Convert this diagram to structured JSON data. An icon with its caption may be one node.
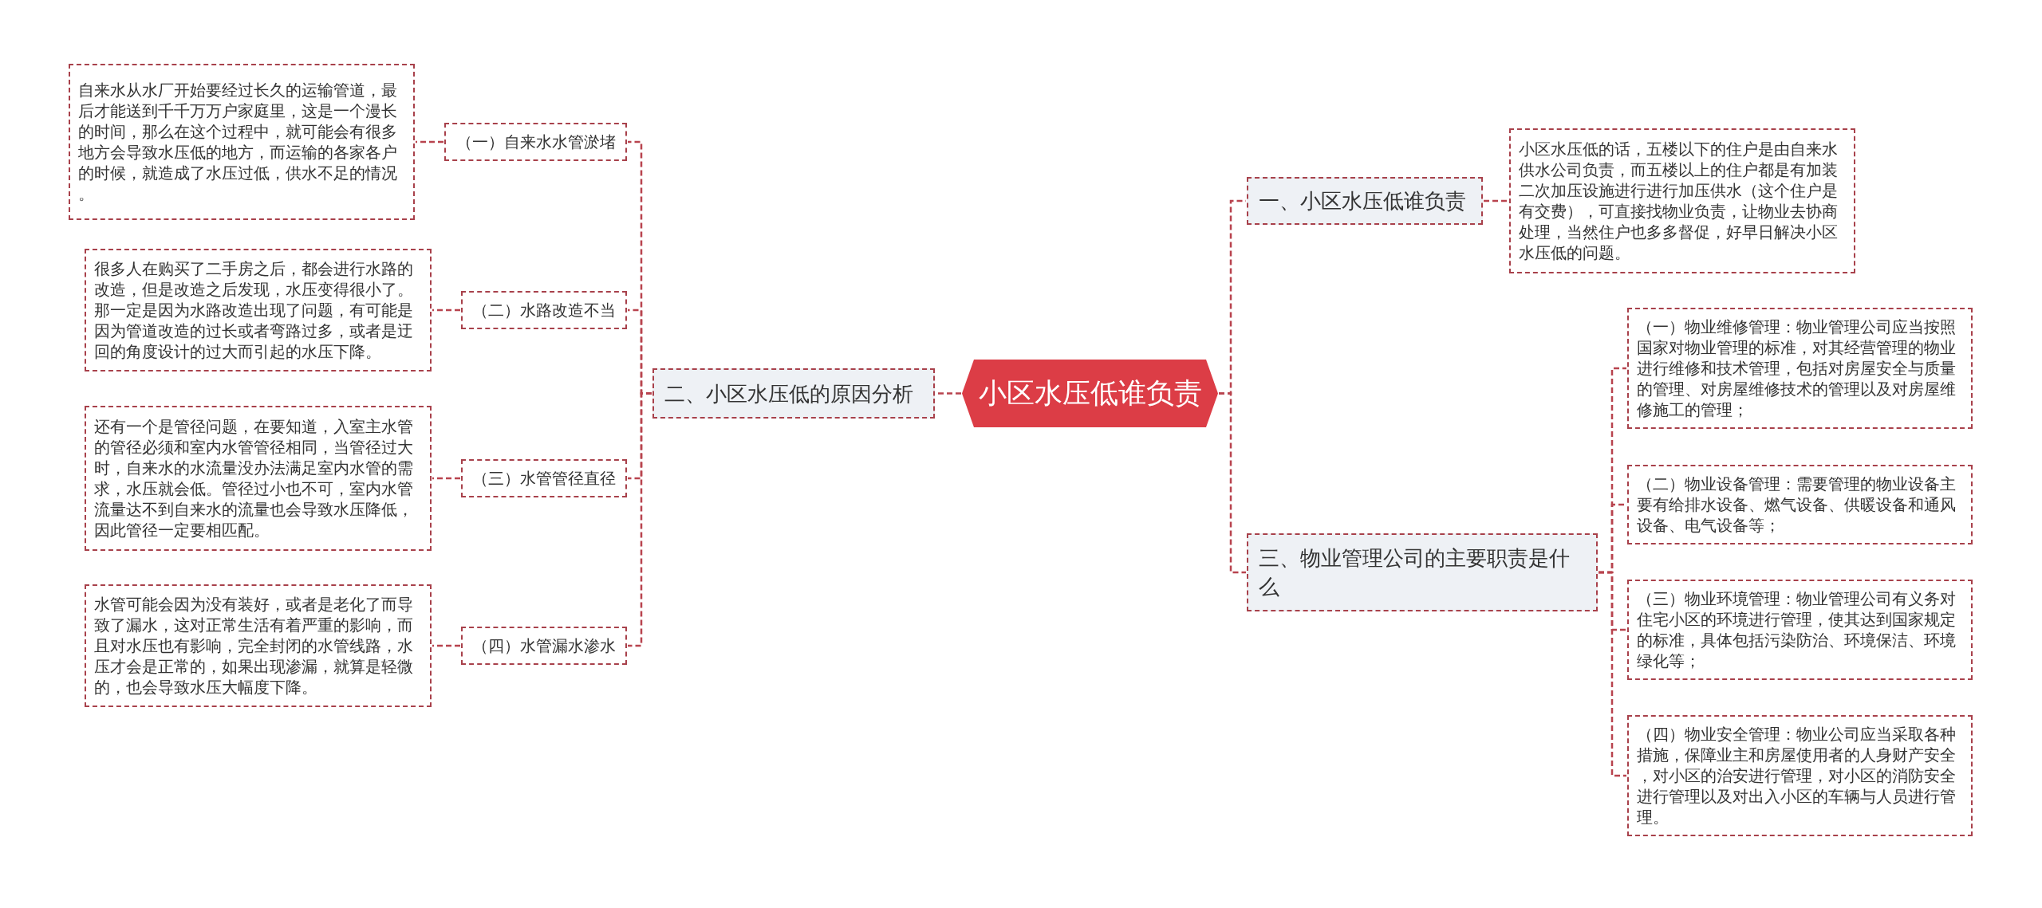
{
  "diagram": {
    "nodes": [
      {
        "text": [
          "小区水压低谁负责"
        ]
      },
      {
        "text": [
          "二、小区水压低的原因分析"
        ]
      },
      {
        "text": [
          "（一）自来水水管淤堵"
        ]
      },
      {
        "text": [
          "自来水从水厂开始要经过长久的运输管道，最后才能送到千千万万户家庭里，这是一个漫长的时间，那么在这个过程中，就可能会有很多地方会导致水压低的地方，而运输的各家各户的时候，就造成了水压过低，供水不足的情况。"
        ]
      },
      {
        "text": [
          "（二）水路改造不当"
        ]
      },
      {
        "text": [
          "很多人在购买了二手房之后，都会进行水路的改造，但是改造之后发现，水压变得很小了。那一定是因为水路改造出现了问题，有可能是因为管道改造的过长或者弯路过多，或者是迂回的角度设计的过大而引起的水压下降。"
        ]
      },
      {
        "text": [
          "（三）水管管径直径"
        ]
      },
      {
        "text": [
          "还有一个是管径问题，在要知道，入室主水管的管径必须和室内水管管径相同，当管径过大时，自来水的水流量没办法满足室内水管的需求，水压就会低。管径过小也不可，室内水管流量达不到自来水的流量也会导致水压降低，因此管径一定要相匹配。"
        ]
      },
      {
        "text": [
          "（四）水管漏水渗水"
        ]
      },
      {
        "text": [
          "水管可能会因为没有装好，或者是老化了而导致了漏水，这对正常生活有着严重的影响，而且对水压也有影响，完全封闭的水管线路，水压才会是正常的，如果出现渗漏，就算是轻微的，也会导致水压大幅度下降。"
        ]
      },
      {
        "text": [
          "一、小区水压低谁负责"
        ]
      },
      {
        "text": [
          "小区水压低的话，五楼以下的住户是由自来水供水公司负责，而五楼以上的住户都是有加装二次加压设施进行进行加压供水（这个住户是有交费），可直接找物业负责，让物业去协商处理，当然住户也多多督促，好早日解决小区水压低的问题。"
        ]
      },
      {
        "text": [
          "三、物业管理公司的主要职责是什么"
        ]
      },
      {
        "text": [
          "（一）物业维修管理：物业管理公司应当按照国家对物业管理的标准，对其经营管理的物业进行维修和技术管理，包括对房屋安全与质量的管理、对房屋维修技术的管理以及对房屋维修施工的管理；"
        ]
      },
      {
        "text": [
          "（二）物业设备管理：需要管理的物业设备主要有给排水设备、燃气设备、供暖设备和通风设备、电气设备等；"
        ]
      },
      {
        "text": [
          "（三）物业环境管理：物业管理公司有义务对住宅小区的环境进行管理，使其达到国家规定的标准，具体包括污染防治、环境保洁、环境绿化等；"
        ]
      },
      {
        "text": [
          "（四）物业安全管理：物业公司应当采取各种措施，保障业主和房屋使用者的人身财产安全，对小区的治安进行管理，对小区的消防安全进行管理以及对出入小区的车辆与人员进行管理。"
        ]
      }
    ],
    "edges": [
      {
        "from": 0,
        "to": 1,
        "arrow": "none"
      },
      {
        "from": 1,
        "to": 2,
        "arrow": "none"
      },
      {
        "from": 2,
        "to": 3,
        "arrow": "none"
      },
      {
        "from": 1,
        "to": 4,
        "arrow": "none"
      },
      {
        "from": 4,
        "to": 5,
        "arrow": "none"
      },
      {
        "from": 1,
        "to": 6,
        "arrow": "none"
      },
      {
        "from": 6,
        "to": 7,
        "arrow": "none"
      },
      {
        "from": 1,
        "to": 8,
        "arrow": "none"
      },
      {
        "from": 8,
        "to": 9,
        "arrow": "none"
      },
      {
        "from": 0,
        "to": 10,
        "arrow": "none"
      },
      {
        "from": 10,
        "to": 11,
        "arrow": "none"
      },
      {
        "from": 0,
        "to": 12,
        "arrow": "none"
      },
      {
        "from": 12,
        "to": 13,
        "arrow": "none"
      },
      {
        "from": 12,
        "to": 14,
        "arrow": "none"
      },
      {
        "from": 12,
        "to": 15,
        "arrow": "none"
      },
      {
        "from": 12,
        "to": 16,
        "arrow": "none"
      }
    ]
  }
}
